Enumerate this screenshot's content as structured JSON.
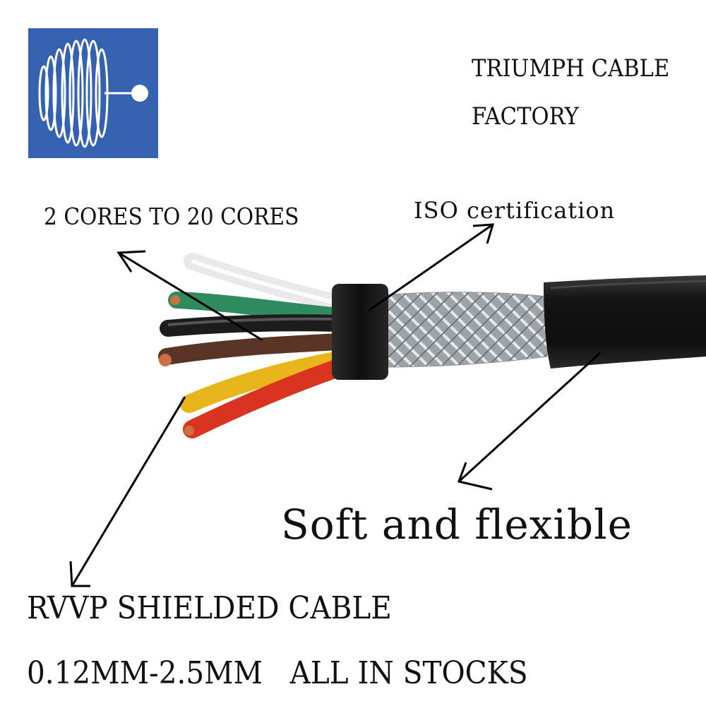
{
  "company": {
    "line1": "TRIUMPH CABLE",
    "line2": "FACTORY"
  },
  "callouts": {
    "cores": "2 CORES TO 20 CORES",
    "iso": "ISO certification",
    "soft": "Soft and flexible"
  },
  "product": {
    "name": "RVVP SHIELDED CABLE",
    "spec": "0.12MM-2.5MM   ALL IN STOCKS"
  },
  "colors": {
    "logo_bg": "#3461b0",
    "jacket": "#161616",
    "wire_white": "#e9e9e9",
    "wire_green": "#2f8a5d",
    "wire_black": "#1c1c1c",
    "wire_brown": "#5a3425",
    "wire_yellow": "#e8b51a",
    "wire_red": "#d8341f",
    "copper": "#c8703f",
    "shield": "#b8bcc0"
  },
  "icons": {
    "logo": "coil-logo-icon"
  }
}
